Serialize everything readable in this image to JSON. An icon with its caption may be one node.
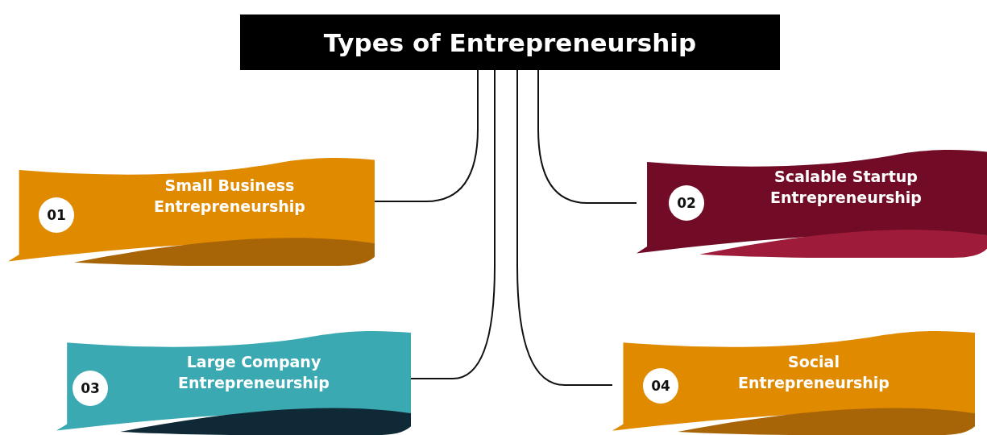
{
  "diagram": {
    "title": "Types of Entrepreneurship",
    "nodes": [
      {
        "text": [
          "01",
          "Small Business Entrepreneurship"
        ]
      },
      {
        "text": [
          "02",
          "Scalable Startup Entrepreneurship"
        ]
      },
      {
        "text": [
          "03",
          "Large Company Entrepreneurship"
        ]
      },
      {
        "text": [
          "04",
          "Social Entrepreneurship"
        ]
      }
    ],
    "edges": [
      {
        "from": null,
        "to": 0,
        "arrow": "none"
      },
      {
        "from": null,
        "to": 1,
        "arrow": "none"
      },
      {
        "from": null,
        "to": 2,
        "arrow": "none"
      },
      {
        "from": null,
        "to": 3,
        "arrow": "none"
      }
    ]
  }
}
